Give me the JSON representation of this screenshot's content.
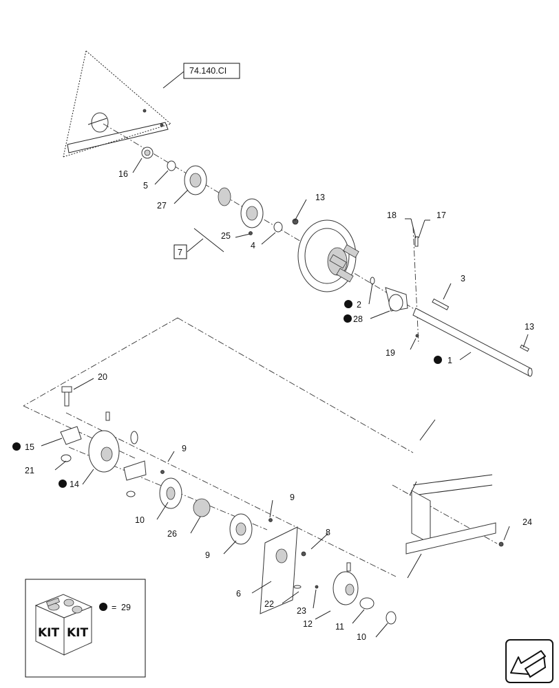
{
  "references": {
    "section_ref": "74.140.CI",
    "group_ref": "7"
  },
  "callouts": [
    {
      "id": "c16",
      "label": "16",
      "kit": false
    },
    {
      "id": "c5",
      "label": "5",
      "kit": false
    },
    {
      "id": "c27",
      "label": "27",
      "kit": false
    },
    {
      "id": "c13a",
      "label": "13",
      "kit": false
    },
    {
      "id": "c25",
      "label": "25",
      "kit": false
    },
    {
      "id": "c4",
      "label": "4",
      "kit": false
    },
    {
      "id": "c18",
      "label": "18",
      "kit": false
    },
    {
      "id": "c17",
      "label": "17",
      "kit": false
    },
    {
      "id": "c3",
      "label": "3",
      "kit": false
    },
    {
      "id": "c2",
      "label": "2",
      "kit": true
    },
    {
      "id": "c28",
      "label": "28",
      "kit": true
    },
    {
      "id": "c13b",
      "label": "13",
      "kit": false
    },
    {
      "id": "c19",
      "label": "19",
      "kit": false
    },
    {
      "id": "c1",
      "label": "1",
      "kit": true
    },
    {
      "id": "c20",
      "label": "20",
      "kit": false
    },
    {
      "id": "c15",
      "label": "15",
      "kit": true
    },
    {
      "id": "c21",
      "label": "21",
      "kit": false
    },
    {
      "id": "c14",
      "label": "14",
      "kit": true
    },
    {
      "id": "c9a",
      "label": "9",
      "kit": false
    },
    {
      "id": "c10a",
      "label": "10",
      "kit": false
    },
    {
      "id": "c26",
      "label": "26",
      "kit": false
    },
    {
      "id": "c9b",
      "label": "9",
      "kit": false
    },
    {
      "id": "c9c",
      "label": "9",
      "kit": false
    },
    {
      "id": "c8",
      "label": "8",
      "kit": false
    },
    {
      "id": "c24",
      "label": "24",
      "kit": false
    },
    {
      "id": "c6",
      "label": "6",
      "kit": false
    },
    {
      "id": "c22",
      "label": "22",
      "kit": false
    },
    {
      "id": "c23",
      "label": "23",
      "kit": false
    },
    {
      "id": "c12",
      "label": "12",
      "kit": false
    },
    {
      "id": "c11",
      "label": "11",
      "kit": false
    },
    {
      "id": "c10b",
      "label": "10",
      "kit": false
    }
  ],
  "legend": {
    "kit_word_1": "KIT",
    "kit_word_2": "KIT",
    "equals": "=",
    "kit_part": "29"
  },
  "navigation": {
    "icon": "arrow-return-icon"
  },
  "colors": {
    "ink": "#222222",
    "background": "#ffffff"
  }
}
